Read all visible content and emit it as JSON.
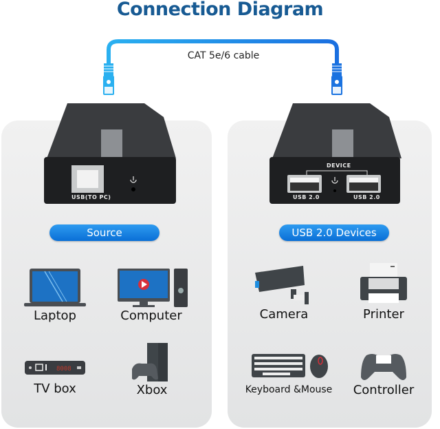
{
  "title": "Connection Diagram",
  "cable": {
    "label": "CAT 5e/6 cable",
    "color": "#2aa6ee"
  },
  "source_unit": {
    "port_label": "USB(TO PC)",
    "power_icon": "power-icon"
  },
  "device_unit": {
    "group_label": "DEVICE",
    "port_labels": [
      "USB 2.0",
      "USB 2.0"
    ],
    "power_icon": "power-icon"
  },
  "source_panel": {
    "heading": "Source",
    "items": [
      {
        "label": "Laptop",
        "icon": "laptop-icon"
      },
      {
        "label": "Computer",
        "icon": "computer-icon"
      },
      {
        "label": "TV box",
        "icon": "tv-box-icon"
      },
      {
        "label": "Xbox",
        "icon": "xbox-icon"
      }
    ]
  },
  "devices_panel": {
    "heading": "USB 2.0 Devices",
    "items": [
      {
        "label": "Camera",
        "icon": "camera-icon"
      },
      {
        "label": "Printer",
        "icon": "printer-icon"
      },
      {
        "label": "Keyboard &Mouse",
        "icon": "keyboard-mouse-icon"
      },
      {
        "label": "Controller",
        "icon": "controller-icon"
      }
    ]
  },
  "tvbox_display": "8008",
  "colors": {
    "title": "#175a93",
    "pill": "#1384e6",
    "icon_dark": "#4a4e53",
    "screen_blue": "#1d72c4"
  }
}
